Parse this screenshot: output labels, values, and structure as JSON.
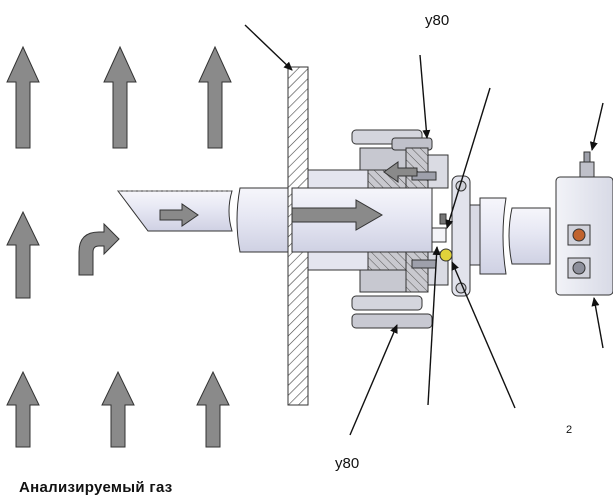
{
  "labels": {
    "top_ref": "y80",
    "bottom_ref": "y80",
    "page_number": "2",
    "caption": "Анализируемый газ"
  },
  "colors": {
    "gas_arrow_fill": "#8a8a8a",
    "gas_arrow_stroke": "#333333",
    "probe_tube": "#e9eaf4",
    "flange_gray": "#b9b9bf",
    "hatch": "#444444",
    "sensor_accent": "#e0d23a",
    "connector_accent": "#c0622d"
  },
  "icons": {
    "gas_flow": "up-arrow",
    "gas_inlet": "curved-arrow",
    "internal_flow": "right-arrow",
    "return_flow": "left-arrow"
  }
}
